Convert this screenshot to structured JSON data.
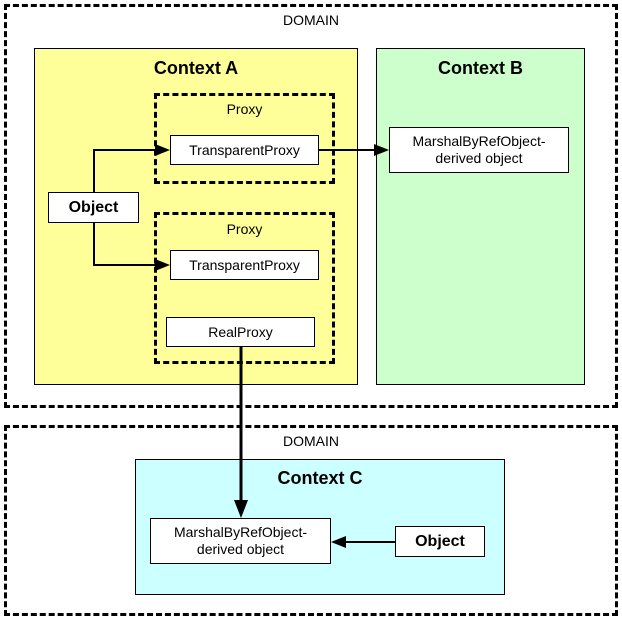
{
  "domains": [
    {
      "label": "DOMAIN"
    },
    {
      "label": "DOMAIN"
    }
  ],
  "contexts": {
    "a": {
      "title": "Context A",
      "color": "#ffff99"
    },
    "b": {
      "title": "Context B",
      "color": "#ccffcc"
    },
    "c": {
      "title": "Context C",
      "color": "#ccffff"
    }
  },
  "proxies": [
    {
      "label": "Proxy",
      "transparent": "TransparentProxy"
    },
    {
      "label": "Proxy",
      "transparent": "TransparentProxy",
      "real": "RealProxy"
    }
  ],
  "objects": {
    "a_object": "Object",
    "b_marshal": "MarshalByRefObject-\nderived object",
    "c_marshal": "MarshalByRefObject-\nderived object",
    "c_object": "Object"
  }
}
